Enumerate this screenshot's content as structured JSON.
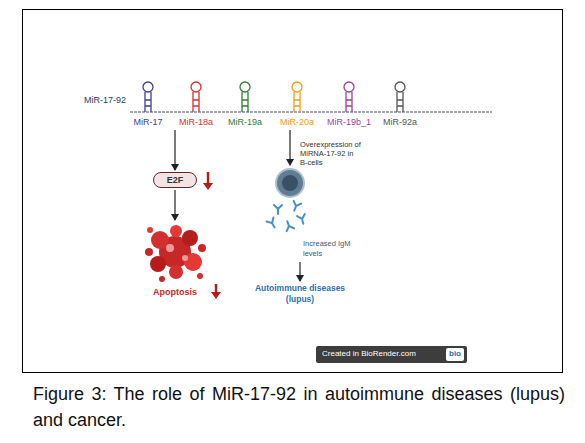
{
  "diagram": {
    "caption": "Figure 3: The role of MiR-17-92 in autoimmune diseases (lupus) and cancer.",
    "nodes": [
      {
        "text": [
          "MiR-17"
        ]
      },
      {
        "text": [
          "MiR-18a"
        ]
      },
      {
        "text": [
          "MiR-19a"
        ]
      },
      {
        "text": [
          "MiR-20a"
        ]
      },
      {
        "text": [
          "MiR-19b_1"
        ]
      },
      {
        "text": [
          "MiR-92a"
        ]
      },
      {
        "text": [
          "E2F"
        ]
      },
      {
        "text": [
          "Apoptosis"
        ]
      },
      {
        "text": [
          "Increased IgM levels"
        ]
      },
      {
        "text": [
          "Autoimmune diseases (lupus)"
        ]
      }
    ],
    "edges": [
      {
        "from": 0,
        "to": 6,
        "arrow": "to"
      },
      {
        "from": 6,
        "to": 7,
        "arrow": "to"
      },
      {
        "from": 3,
        "to": 8,
        "label": "Overexpression of MiRNA-17-92 in B-cells",
        "arrow": "to"
      },
      {
        "from": 8,
        "to": 9,
        "arrow": "to"
      }
    ],
    "labels": [
      "MiR-17-92",
      "Created in BioRender.com",
      "bio"
    ]
  }
}
